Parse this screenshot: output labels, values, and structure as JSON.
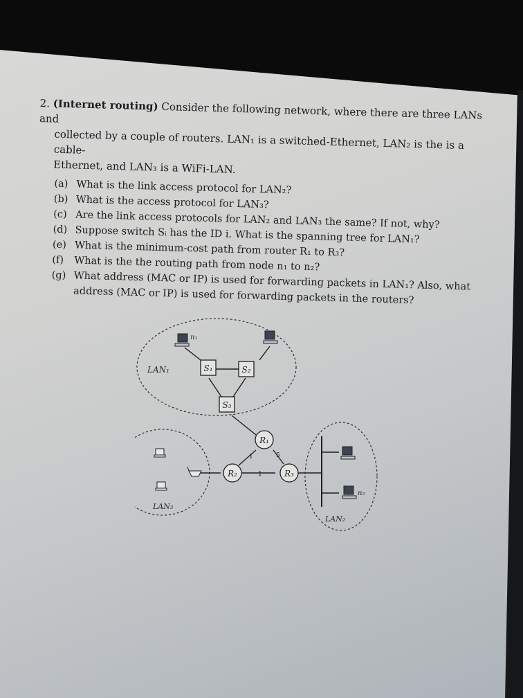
{
  "problem": {
    "number": "2.",
    "topic": "(Internet routing)",
    "intro": [
      "Consider the following network, where there are three LANs and",
      "collected by a couple of routers. LAN₁ is a switched-Ethernet, LAN₂ is the is a cable-",
      "Ethernet, and LAN₃ is a WiFi-LAN."
    ],
    "questions": [
      {
        "label": "(a)",
        "text": "What is the link access protocol for LAN₂?"
      },
      {
        "label": "(b)",
        "text": "What is the access protocol for LAN₃?"
      },
      {
        "label": "(c)",
        "text": "Are the link access protocols for LAN₂ and LAN₃ the same? If not, why?"
      },
      {
        "label": "(d)",
        "text": "Suppose switch Sᵢ has the ID i. What is the spanning tree for LAN₁?"
      },
      {
        "label": "(e)",
        "text": "What is the minimum-cost path from router R₁ to R₃?"
      },
      {
        "label": "(f)",
        "text": "What is the the routing path from node n₁ to n₂?"
      },
      {
        "label": "(g)",
        "text": "What address (MAC or IP) is used for forwarding packets in LAN₁? Also, what address (MAC or IP) is used for forwarding packets in the routers?"
      }
    ]
  },
  "diagram": {
    "lans": {
      "lan1": "LAN₁",
      "lan2": "LAN₂",
      "lan3": "LAN₃"
    },
    "switches": {
      "s1": "S₁",
      "s2": "S₂",
      "s3": "S₃"
    },
    "routers": {
      "r1": "R₁",
      "r2": "R₂",
      "r3": "R₃"
    },
    "nodes": {
      "n1": "n₁",
      "n2": "n₂"
    },
    "link_costs": {
      "r1_r2": "1",
      "r1_r3": "5",
      "r2_r3": "1"
    }
  },
  "colors": {
    "page": "#d4d5d3",
    "ink": "#1c1c1e",
    "bezel": "#0b0b0c"
  }
}
